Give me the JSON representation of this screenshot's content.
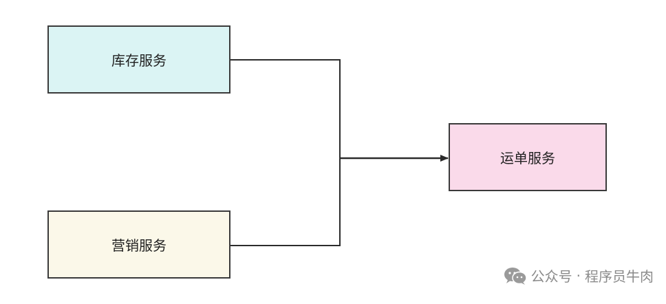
{
  "diagram": {
    "nodes": {
      "inventory": {
        "label": "库存服务",
        "fill": "#dbf4f4"
      },
      "marketing": {
        "label": "营销服务",
        "fill": "#fbf8e9"
      },
      "waybill": {
        "label": "运单服务",
        "fill": "#fadaea"
      }
    },
    "edges": [
      {
        "from": "inventory",
        "to": "waybill"
      },
      {
        "from": "marketing",
        "to": "waybill"
      }
    ],
    "line_color": "#2b2b2b",
    "border_color": "#3a3a3a"
  },
  "watermark": {
    "icon": "wechat-icon",
    "account_type": "公众号",
    "separator": "·",
    "account_name": "程序员牛肉"
  }
}
